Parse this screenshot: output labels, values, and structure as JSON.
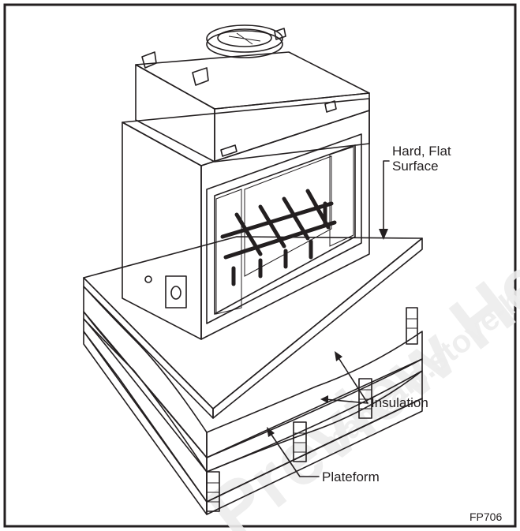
{
  "labels": {
    "surface_line1": "Hard, Flat",
    "surface_line2": "Surface",
    "insulation": "Insulation",
    "platform": "Plateform",
    "figure_code": "FP706"
  },
  "watermark": {
    "main": "Preview Hearth",
    "sub": "manuals.stove-hearth"
  },
  "colors": {
    "ink": "#231f20",
    "paper": "#ffffff",
    "watermark": "#ededed"
  }
}
